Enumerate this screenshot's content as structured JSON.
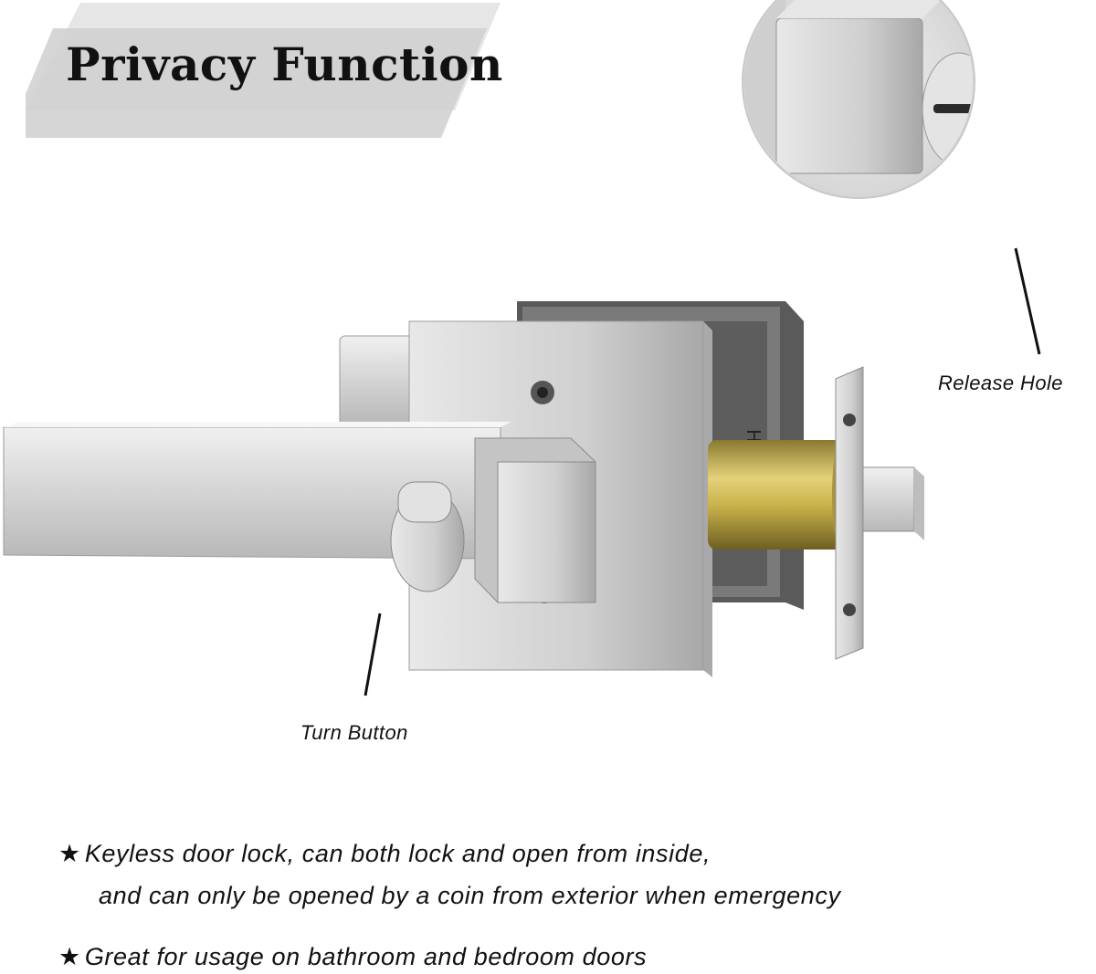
{
  "banner": {
    "title": "Privacy Function"
  },
  "callouts": {
    "release_hole": "Release Hole",
    "turn_button": "Turn Button"
  },
  "features": [
    {
      "star": "★",
      "line1": "Keyless door lock, can both lock and open from inside,",
      "line2": "and can only be opened by a coin from exterior when emergency"
    },
    {
      "star": "★",
      "line1": "Great for usage on bathroom and bedroom doors"
    }
  ],
  "colors": {
    "banner_light": "#e6e6e6",
    "banner_mid": "#c8c8c8",
    "metal": "#d9d9d9",
    "brass": "#c9b24a"
  }
}
